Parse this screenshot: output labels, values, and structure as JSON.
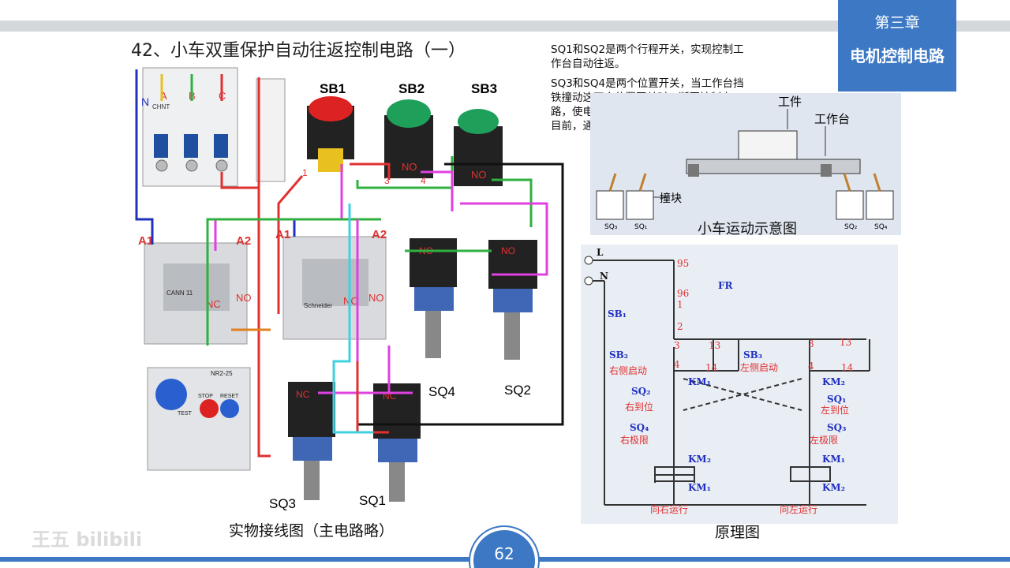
{
  "slide": {
    "title": "42、小车双重保护自动往返控制电路（一）",
    "chapter": "第三章",
    "chapter_subtitle": "电机控制电路",
    "page_number": "62",
    "watermark": "王五 bilibili"
  },
  "notes": {
    "note1": "SQ1和SQ2是两个行程开关，实现控制工作台自动往返。",
    "note2": "SQ3和SQ4是两个位置开关，当工作台挡铁撞动这两个位置开关时，断开控制电路，使电动机停转，达到位置的保护控制目前，通常也称为极限开关。"
  },
  "wiring_photo": {
    "caption": "实物接线图（主电路略）",
    "labels": {
      "sb1": "SB1",
      "sb2": "SB2",
      "sb3": "SB3",
      "a1_left": "A1",
      "a2_left": "A2",
      "a1_right": "A1",
      "a2_right": "A2",
      "sq1": "SQ1",
      "sq2": "SQ2",
      "sq3": "SQ3",
      "sq4": "SQ4",
      "no": "NO",
      "nc": "NC",
      "n": "N",
      "phase_a": "A",
      "phase_b": "B",
      "phase_c": "C",
      "t1": "1",
      "t3": "3",
      "t4": "4",
      "relay_name": "NR2-25",
      "relay_stop": "STOP",
      "relay_reset": "RESET",
      "relay_test": "TEST",
      "brand": "CHNT",
      "contactor_brand": "Schneider",
      "contactor_model": "CANN 11"
    }
  },
  "cart_diagram": {
    "title": "小车运动示意图",
    "workpiece": "工件",
    "table": "工作台",
    "block": "撞块",
    "sq_labels": [
      "SQ₃",
      "SQ₁",
      "SQ₂",
      "SQ₄"
    ]
  },
  "schematic": {
    "caption": "原理图",
    "L": "L",
    "N": "N",
    "fr": "FR",
    "n95": "95",
    "n96": "96",
    "n1": "1",
    "n2": "2",
    "n3": "3",
    "n4": "4",
    "n13": "13",
    "n14": "14",
    "sb1": "SB₁",
    "sb2": "SB₂",
    "sb3": "SB₃",
    "right_start": "右侧启动",
    "left_start": "左侧启动",
    "km1": "KM₁",
    "km2": "KM₂",
    "sq1": "SQ₁",
    "sq2": "SQ₂",
    "sq3": "SQ₃",
    "sq4": "SQ₄",
    "right_arrive": "右到位",
    "left_arrive": "左到位",
    "right_limit": "右极限",
    "left_limit": "左极限",
    "run_right": "向右运行",
    "run_left": "向左运行"
  },
  "colors": {
    "accent": "#3d78c5",
    "wire_red": "#e03030",
    "wire_blue": "#2030c0",
    "wire_green": "#30b040",
    "wire_pink": "#e040e0",
    "wire_cyan": "#40d0e0",
    "wire_orange": "#e08020",
    "wire_black": "#111111"
  }
}
